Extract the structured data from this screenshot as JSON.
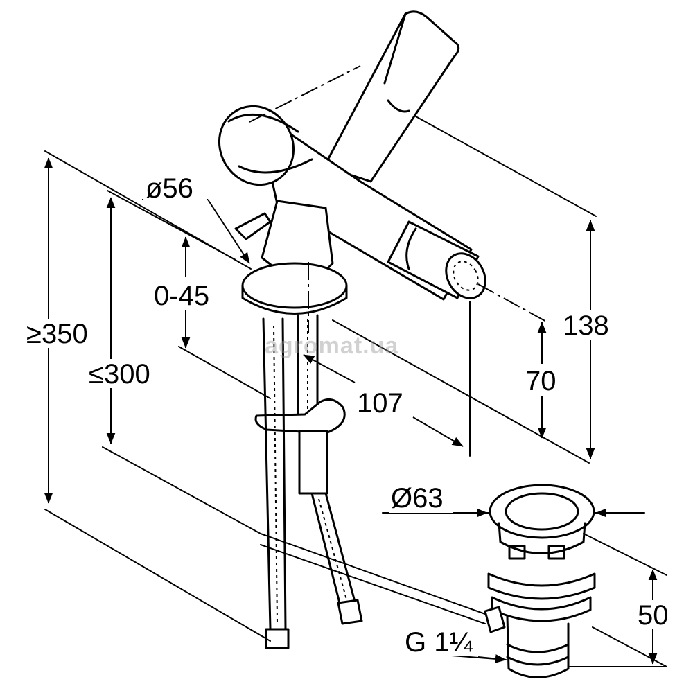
{
  "labels": {
    "diameter_56": "ø56",
    "range_0_45": "0-45",
    "min_350": "≥350",
    "max_300": "≤300",
    "dim_107": "107",
    "dim_138": "138",
    "dim_70": "70",
    "diameter_63": "Ø63",
    "dim_50": "50",
    "thread": "G 1¼"
  },
  "watermark": "agromat.ua",
  "colors": {
    "line": "#000000",
    "background": "#ffffff",
    "watermark": "#999999"
  },
  "icons": {
    "arrowhead": "filled-triangle-arrow"
  }
}
